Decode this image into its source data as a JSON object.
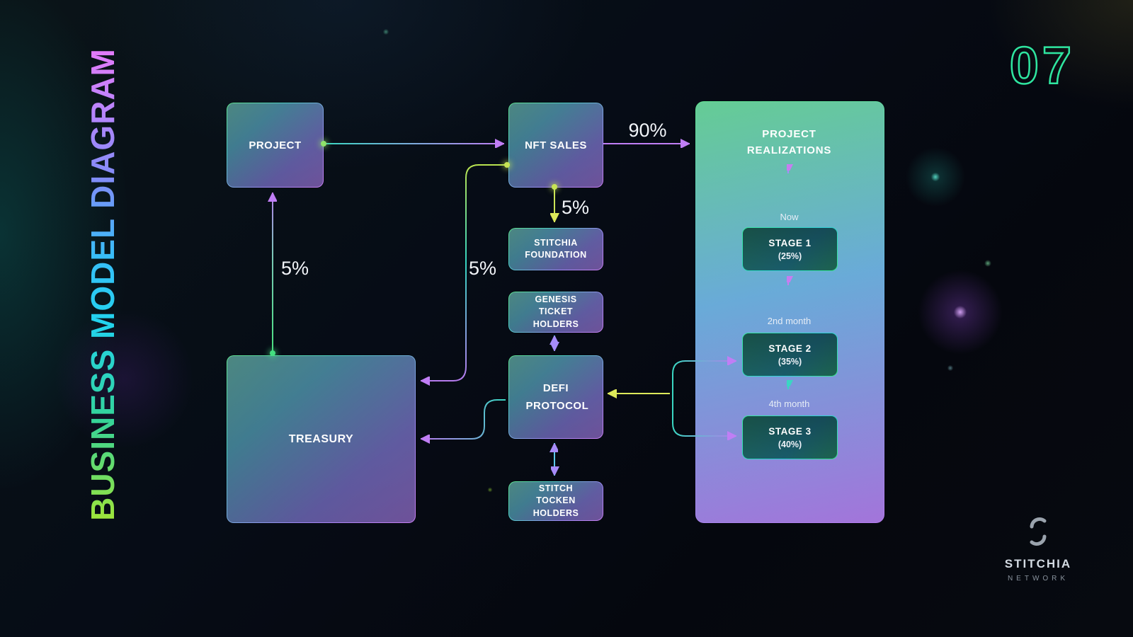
{
  "header": {
    "page_number": "07",
    "vertical_title": "BUSINESS MODEL DIAGRAM"
  },
  "nodes": {
    "project": {
      "label": "PROJECT"
    },
    "nft_sales": {
      "label": "NFT SALES"
    },
    "stitchia_foundation": {
      "label": "STITCHIA FOUNDATION"
    },
    "genesis_ticket_holders": {
      "label": "GENESIS TICKET HOLDERS"
    },
    "defi_protocol": {
      "label": "DEFI PROTOCOL"
    },
    "stitch_token_holders": {
      "label": "STITCH TOCKEN HOLDERS"
    },
    "treasury": {
      "label": "TREASURY"
    }
  },
  "edge_labels": {
    "nft_to_realizations": "90%",
    "nft_to_foundation": "5%",
    "nft_to_treasury": "5%",
    "treasury_to_project": "5%"
  },
  "realizations": {
    "title": "PROJECT REALIZATIONS",
    "stages": [
      {
        "time": "Now",
        "label": "STAGE 1",
        "percent": "(25%)"
      },
      {
        "time": "2nd month",
        "label": "STAGE 2",
        "percent": "(35%)"
      },
      {
        "time": "4th month",
        "label": "STAGE 3",
        "percent": "(40%)"
      }
    ]
  },
  "brand": {
    "name": "STITCHIA",
    "tagline": "NETWORK"
  },
  "colors": {
    "green": "#5fe08e",
    "teal": "#3ad6c2",
    "purple": "#c07ef5",
    "yellow": "#dde95a",
    "number_outline": "#2fe6a0"
  }
}
